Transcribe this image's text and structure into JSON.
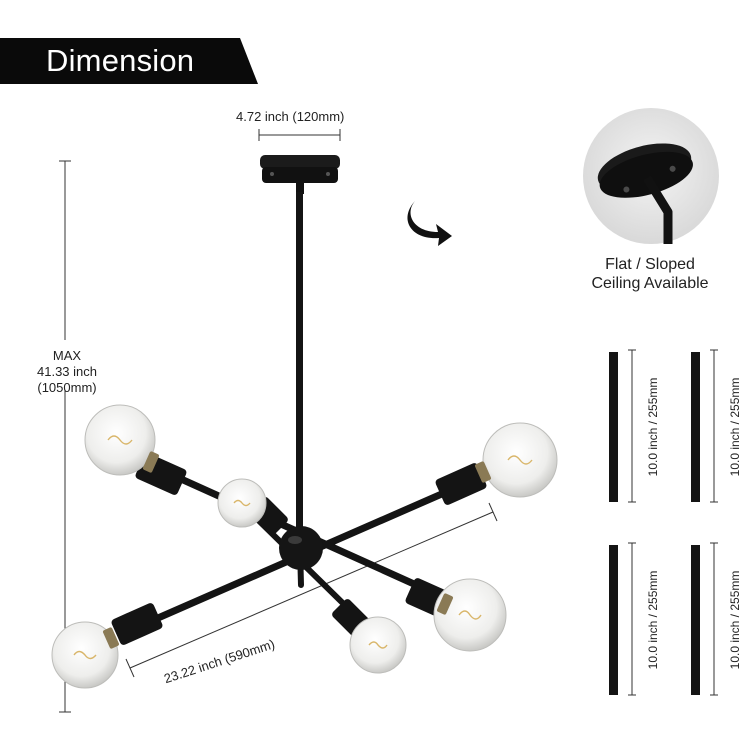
{
  "banner": {
    "title": "Dimension"
  },
  "dimensions": {
    "canopy_width": "4.72 inch (120mm)",
    "max_height": {
      "line1": "MAX",
      "line2": "41.33 inch",
      "line3": "(1050mm)"
    },
    "span": "23.22 inch (590mm)"
  },
  "ceiling_note": {
    "line1": "Flat / Sloped",
    "line2": "Ceiling Available"
  },
  "rods": [
    {
      "label": "10.0 inch / 255mm"
    },
    {
      "label": "10.0 inch / 255mm"
    },
    {
      "label": "10.0 inch / 255mm"
    },
    {
      "label": "10.0 inch / 255mm"
    }
  ],
  "colors": {
    "fixture": "#141414",
    "banner": "#0a0a0a",
    "bulb": "#f0f0ee",
    "dim_line": "#333333"
  }
}
